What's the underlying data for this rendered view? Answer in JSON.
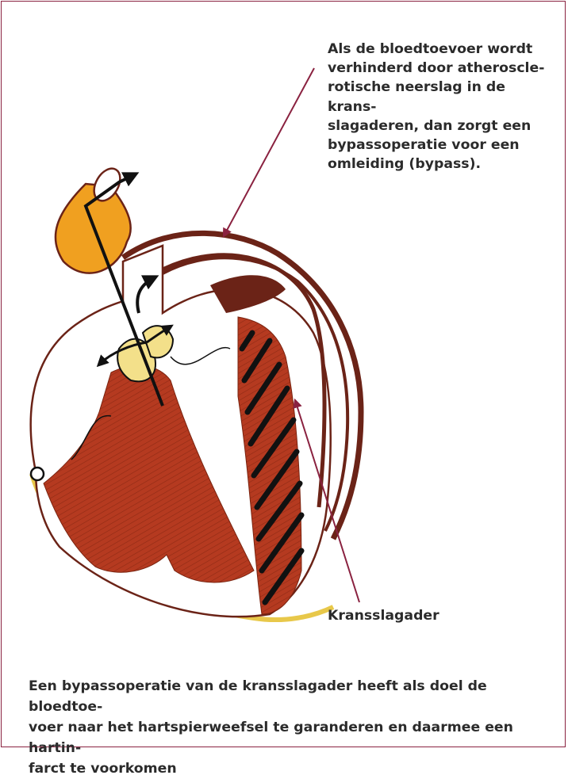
{
  "callout_bypass": "Als de bloedtoevoer wordt\nverhinderd door atheroscle-\nrotische neerslag in de krans-\nslagaderen, dan zorgt een\nbypassoperatie voor een\nomleiding (bypass).",
  "callout_coronary": "Kransslagader",
  "caption": "Een bypassoperatie van de kransslagader heeft als doel de bloedtoe-\nvoer naar het hartspierweefsel te garanderen en daarmee een hartin-\nfarct te voorkomen",
  "colors": {
    "frame": "#8a2240",
    "leader_line": "#8a2240",
    "graft_vessel": "#6b2317",
    "heart_muscle": "#b53a20",
    "aorta": "#f0a020",
    "valve": "#f3e08a",
    "pericardium": "#e8c84a"
  }
}
